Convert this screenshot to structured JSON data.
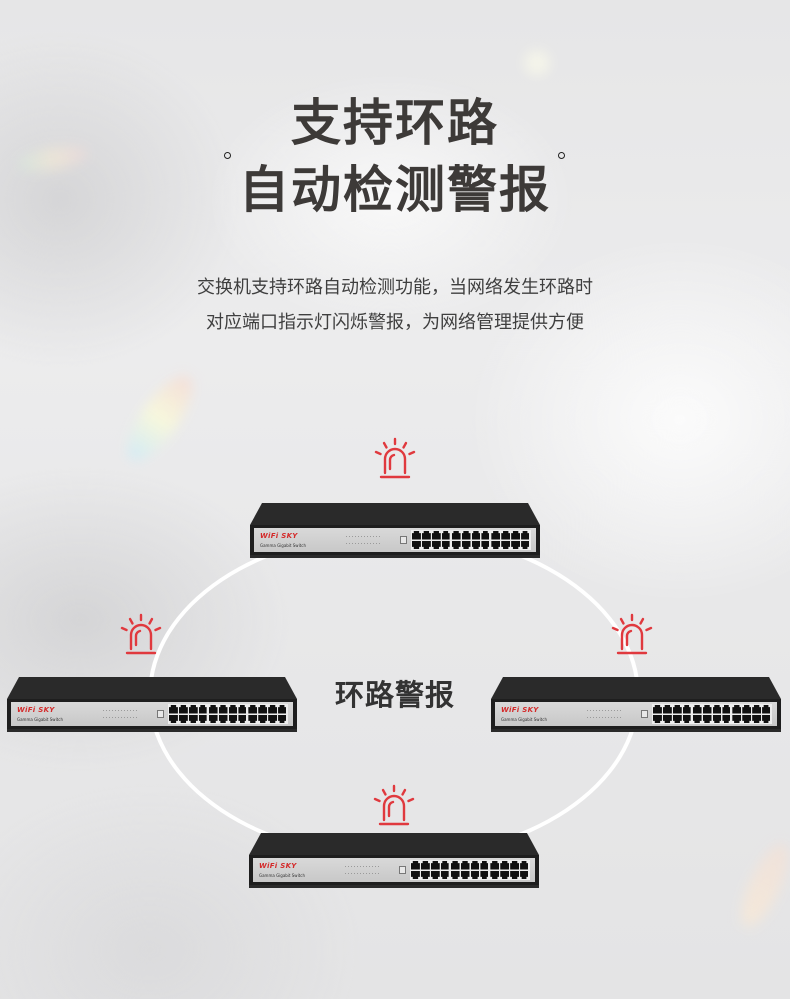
{
  "header": {
    "title_line1": "支持环路",
    "title_line2": "自动检测警报"
  },
  "description": {
    "line1": "交换机支持环路自动检测功能，当网络发生环路时",
    "line2": "对应端口指示灯闪烁警报，为网络管理提供方便"
  },
  "diagram": {
    "center_label": "环路警报",
    "ring_color": "#ffffff",
    "alarm_color": "#e0393e",
    "alarm_icon": "alarm-siren-icon",
    "switches": [
      {
        "position": "top",
        "brand": "WiFi SKY",
        "model": "Gamma Gigabit Switch",
        "ports": 24
      },
      {
        "position": "left",
        "brand": "WiFi SKY",
        "model": "Gamma Gigabit Switch",
        "ports": 24
      },
      {
        "position": "right",
        "brand": "WiFi SKY",
        "model": "Gamma Gigabit Switch",
        "ports": 24
      },
      {
        "position": "bottom",
        "brand": "WiFi SKY",
        "model": "Gamma Gigabit Switch",
        "ports": 24
      }
    ]
  },
  "colors": {
    "title_text": "#3d3a38",
    "body_text": "#3f3f3f",
    "brand_red": "#d42a2a",
    "switch_body": "#2a2a2a",
    "switch_panel": "#d0d0d0"
  }
}
